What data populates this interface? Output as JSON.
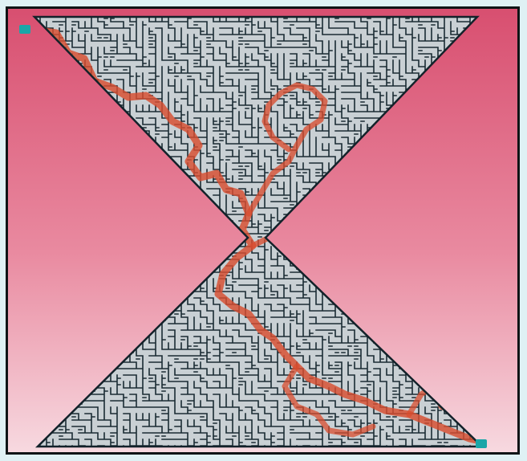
{
  "puzzle": {
    "kind": "hourglass-maze",
    "background_gradient": [
      "#d84f70",
      "#e98aa0",
      "#f7d9e0"
    ],
    "wall_color": "#1a2b33",
    "corridor_color": "#c9d0d4",
    "solution_color": "#d84d2f",
    "endpoint_color": "#1aa6a8",
    "start_marker": "top-left",
    "end_marker": "bottom-right"
  }
}
